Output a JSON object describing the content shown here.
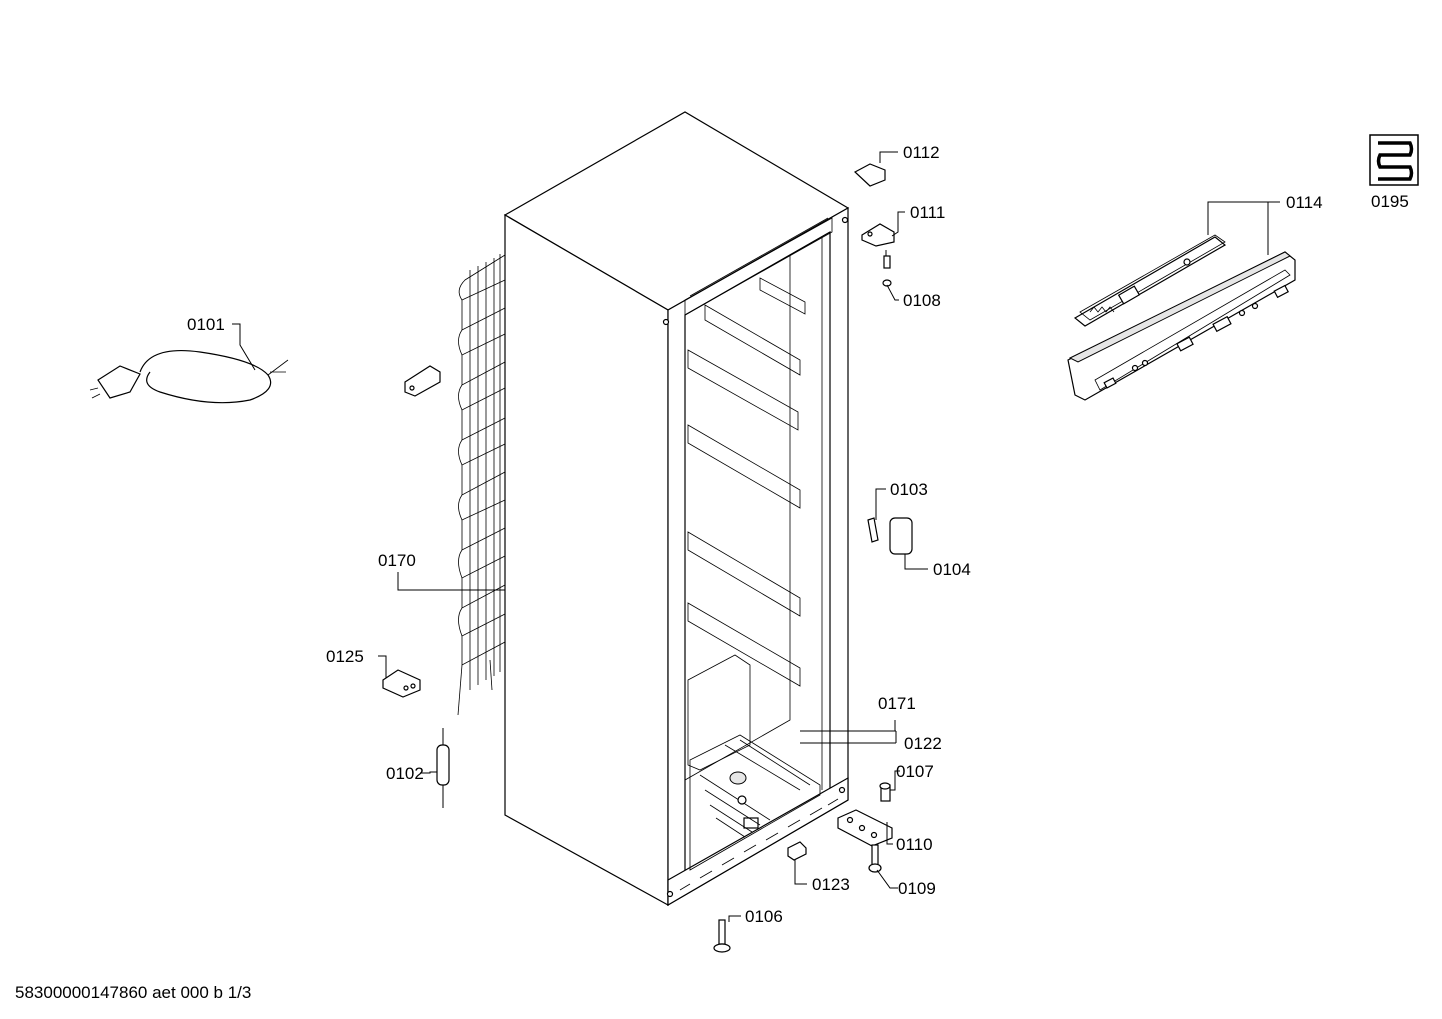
{
  "labels": {
    "p0101": "0101",
    "p0102": "0102",
    "p0103": "0103",
    "p0104": "0104",
    "p0106": "0106",
    "p0107": "0107",
    "p0108": "0108",
    "p0109": "0109",
    "p0110": "0110",
    "p0111": "0111",
    "p0112": "0112",
    "p0114": "0114",
    "p0122": "0122",
    "p0123": "0123",
    "p0125": "0125",
    "p0170": "0170",
    "p0171": "0171",
    "p0195": "0195"
  },
  "footer": "58300000147860 aet 000 b 1/3"
}
